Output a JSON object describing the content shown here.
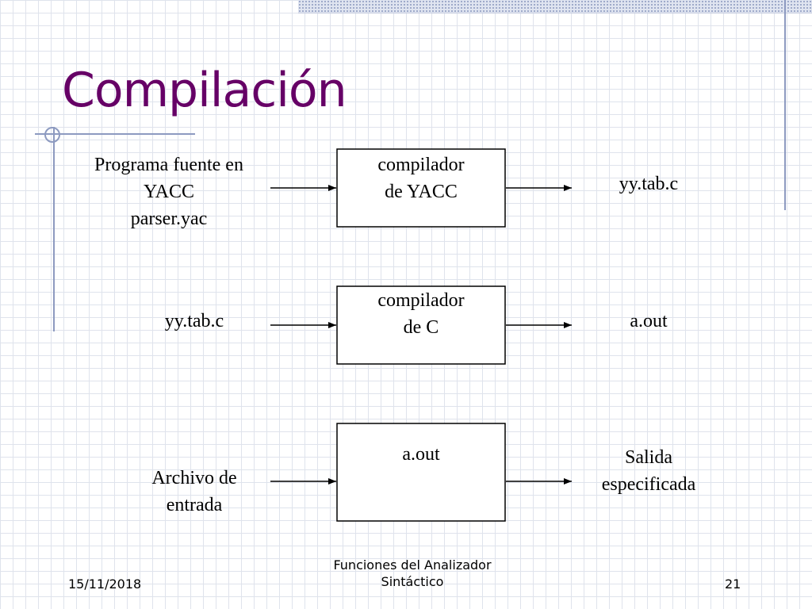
{
  "slide": {
    "title": "Compilación",
    "title_color": "#660066",
    "accent_color": "#8d9ac0"
  },
  "diagram": {
    "rows": [
      {
        "input_label": [
          "Programa fuente en",
          "YACC",
          "parser.yac"
        ],
        "box_label": [
          "compilador",
          "de YACC"
        ],
        "output_label": [
          "yy.tab.c"
        ]
      },
      {
        "input_label": [
          "yy.tab.c"
        ],
        "box_label": [
          "compilador",
          "de C"
        ],
        "output_label": [
          "a.out"
        ]
      },
      {
        "input_label": [
          "Archivo de",
          "entrada"
        ],
        "box_label": [
          "a.out"
        ],
        "output_label": [
          "Salida",
          "especificada"
        ]
      }
    ]
  },
  "footer": {
    "date": "15/11/2018",
    "subject_line1": "Funciones del Analizador",
    "subject_line2": "Sintáctico",
    "page_number": "21"
  }
}
